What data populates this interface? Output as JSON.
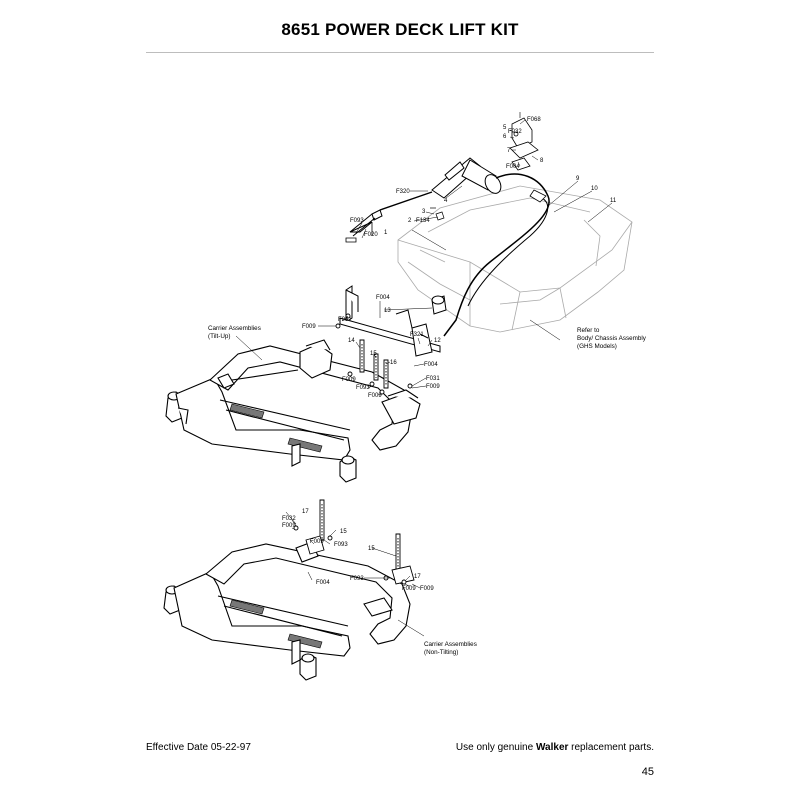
{
  "page": {
    "title": "8651 POWER DECK LIFT KIT",
    "effective_date": "Effective Date 05-22-97",
    "footer_prefix": "Use only genuine ",
    "footer_brand": "Walker",
    "footer_suffix": " replacement parts.",
    "page_number": "45"
  },
  "callouts": {
    "F068": "F068",
    "n5": "5",
    "F032a": "F032",
    "n6": "6",
    "n7": "7",
    "F004a": "F004",
    "n8": "8",
    "n9": "9",
    "n10": "10",
    "n11": "11",
    "n4": "4",
    "F320": "F320",
    "n3": "3",
    "n2": "2",
    "F134": "F134",
    "F093a": "F093",
    "n1": "1",
    "F020": "F020",
    "F004b": "F004",
    "n13": "13",
    "F031a": "F031",
    "F009a": "F009",
    "F321": "F321",
    "n12": "12",
    "n14": "14",
    "n15a": "15",
    "n16": "16",
    "F004c": "F004",
    "F009b": "F009",
    "F093b": "F093",
    "F009c": "F009",
    "F031b": "F031",
    "F009d": "F009",
    "F032b": "F032",
    "n17a": "17",
    "F009e": "F009",
    "n15b": "15",
    "F009f": "F009",
    "F093c": "F093",
    "F004d": "F004",
    "n15c": "15",
    "F093d": "F093",
    "n17b": "17",
    "F009g": "F009",
    "F009h": "F009"
  },
  "notes": {
    "carrier_tilt": [
      "Carrier Assemblies",
      "(Tilt-Up)"
    ],
    "refer_to": [
      "Refer to",
      "Body/ Chassis Assembly",
      "(GHS Models)"
    ],
    "carrier_nontilt": [
      "Carrier Assemblies",
      "(Non-Tilting)"
    ]
  }
}
